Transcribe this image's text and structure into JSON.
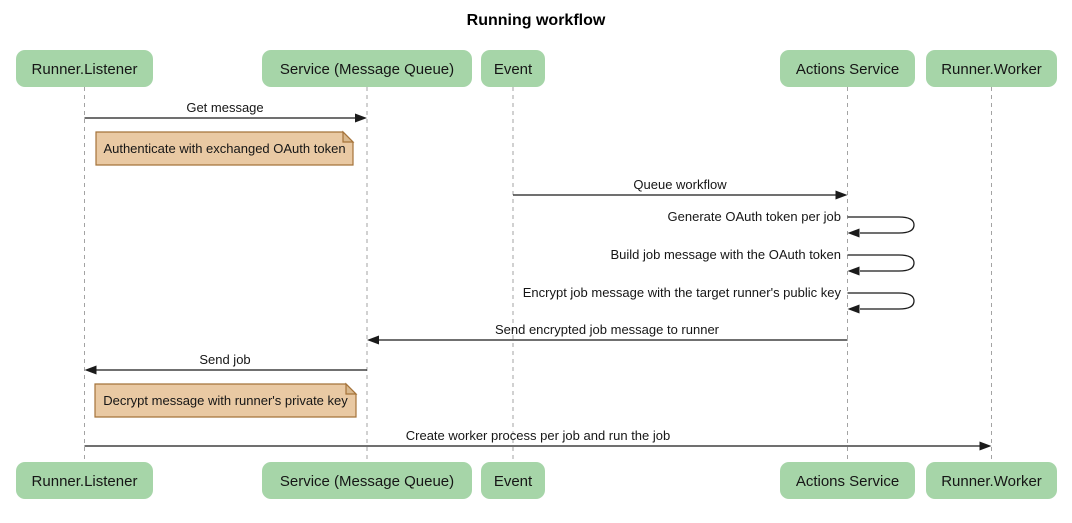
{
  "title": "Running workflow",
  "colors": {
    "background": "#ffffff",
    "actor_fill": "#a6d5a8",
    "actor_text": "#161616",
    "note_fill": "#e9c9a3",
    "note_border": "#a5733a",
    "lifeline": "#a3a3a3",
    "message_line": "#1b1b1b",
    "text": "#161616"
  },
  "participants": [
    {
      "label": "Runner.Listener"
    },
    {
      "label": "Service (Message Queue)"
    },
    {
      "label": "Event"
    },
    {
      "label": "Actions Service"
    },
    {
      "label": "Runner.Worker"
    }
  ],
  "messages": [
    {
      "label": "Get message",
      "from": "Runner.Listener",
      "to": "Service (Message Queue)"
    },
    {
      "label": "Queue workflow",
      "from": "Event",
      "to": "Actions Service"
    },
    {
      "label": "Generate OAuth token per job",
      "from": "Actions Service",
      "to": "Actions Service",
      "self": true
    },
    {
      "label": "Build job message with the OAuth token",
      "from": "Actions Service",
      "to": "Actions Service",
      "self": true
    },
    {
      "label": "Encrypt job message with the target runner's public key",
      "from": "Actions Service",
      "to": "Actions Service",
      "self": true
    },
    {
      "label": "Send encrypted job message to runner",
      "from": "Actions Service",
      "to": "Service (Message Queue)"
    },
    {
      "label": "Send job",
      "from": "Service (Message Queue)",
      "to": "Runner.Listener"
    },
    {
      "label": "Create worker process per job and run the job",
      "from": "Runner.Listener",
      "to": "Runner.Worker"
    }
  ],
  "notes": [
    {
      "label": "Authenticate with exchanged OAuth token",
      "over": "Runner.Listener"
    },
    {
      "label": "Decrypt message with runner's private key",
      "over": "Runner.Listener"
    }
  ]
}
